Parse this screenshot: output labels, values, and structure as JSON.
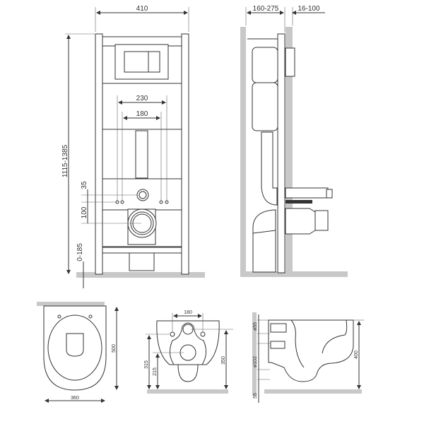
{
  "front_view": {
    "width_label": "410",
    "height_label": "1115-1385",
    "spacing_outer_label": "230",
    "spacing_inner_label": "180",
    "offset_35_label": "35",
    "offset_100_label": "100",
    "floor_label": "0-185"
  },
  "side_view": {
    "depth_label": "160-275",
    "wall_label": "16-100"
  },
  "bowl_top_view": {
    "length_label": "500",
    "width_label": "360"
  },
  "bowl_rear_view": {
    "bolt_spacing_label": "180",
    "height_315_label": "315",
    "height_215_label": "215",
    "height_350_label": "350"
  },
  "bowl_side_view": {
    "inlet_label": "ø55",
    "outlet_label": "ø102",
    "bottom_label": "55",
    "height_label": "400"
  },
  "colors": {
    "line": "#333333",
    "wall": "#c8c8c8"
  }
}
